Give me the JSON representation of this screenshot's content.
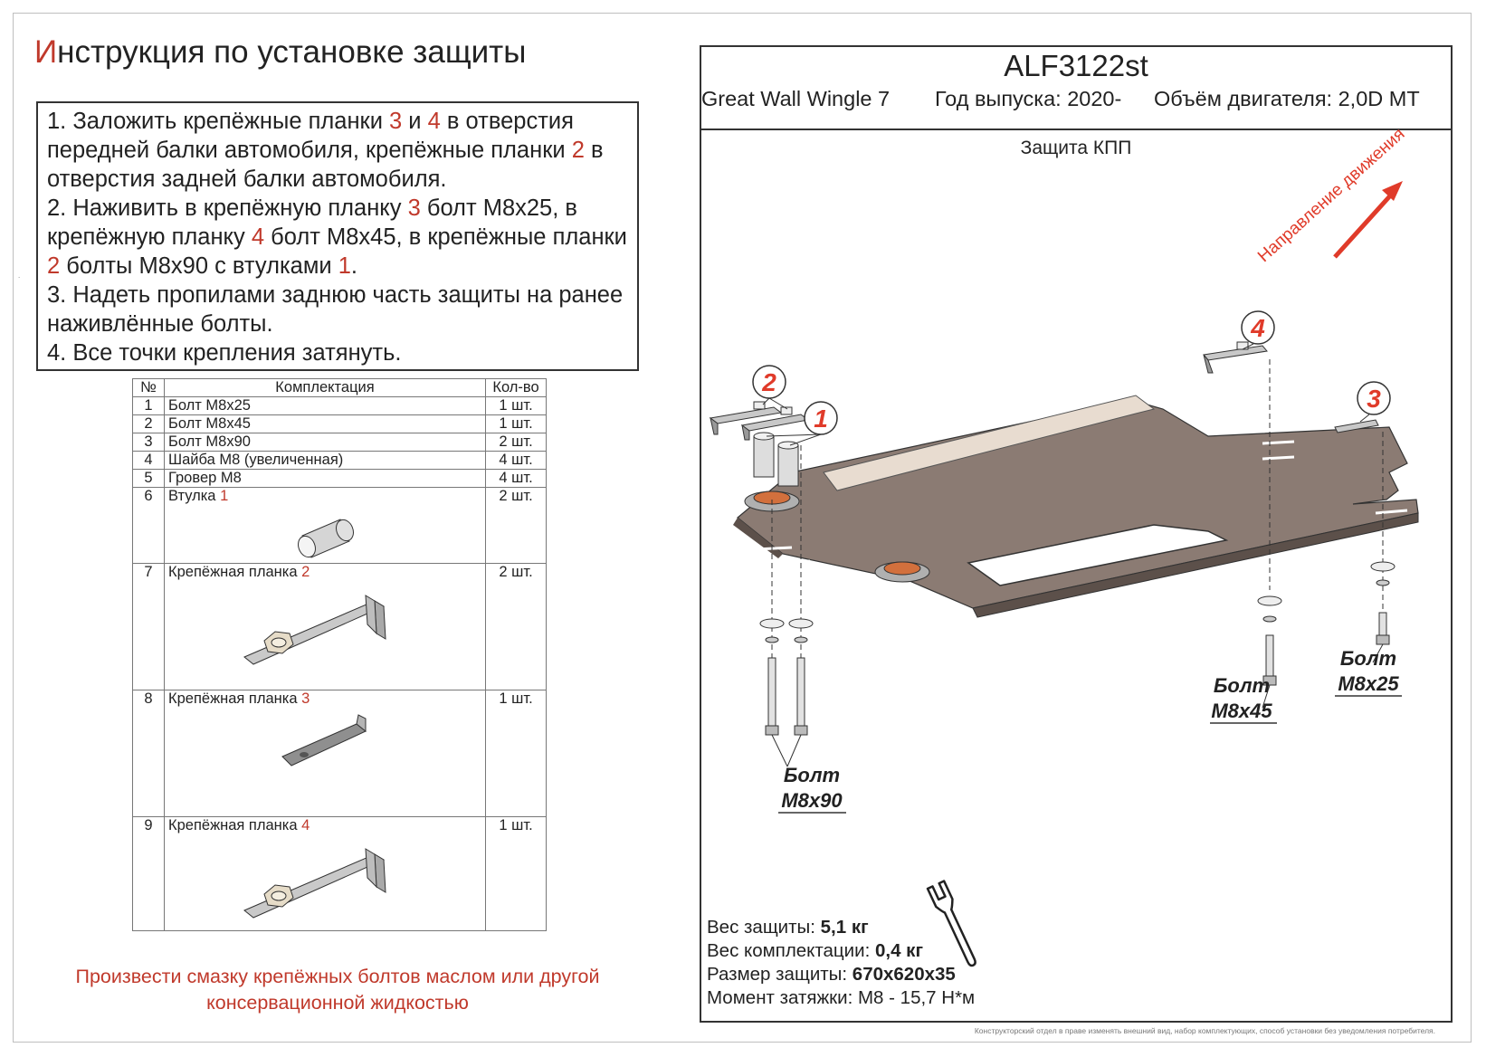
{
  "title": {
    "first_letter": "И",
    "rest": "нструкция по установке защиты"
  },
  "instructions": [
    {
      "segments": [
        {
          "t": "1. Заложить крепёжные планки "
        },
        {
          "t": "3",
          "red": true
        },
        {
          "t": " и "
        },
        {
          "t": "4",
          "red": true
        },
        {
          "t": " в отверстия передней балки автомобиля, крепёжные планки "
        },
        {
          "t": "2",
          "red": true
        },
        {
          "t": " в отверстия задней балки автомобиля."
        }
      ]
    },
    {
      "segments": [
        {
          "t": "2. Наживить в крепёжную планку "
        },
        {
          "t": "3",
          "red": true
        },
        {
          "t": " болт М8х25, в крепёжную планку "
        },
        {
          "t": "4",
          "red": true
        },
        {
          "t": " болт М8х45, в крепёжные планки "
        },
        {
          "t": "2",
          "red": true
        },
        {
          "t": "  болты М8х90 с втулками "
        },
        {
          "t": "1",
          "red": true
        },
        {
          "t": "."
        }
      ]
    },
    {
      "segments": [
        {
          "t": "3. Надеть пропилами заднюю часть защиты на ранее наживлённые болты."
        }
      ]
    },
    {
      "segments": [
        {
          "t": "4. Все точки крепления затянуть."
        }
      ]
    }
  ],
  "kit_table": {
    "headers": [
      "№",
      "Комплектация",
      "Кол-во"
    ],
    "rows": [
      {
        "num": "1",
        "name": "Болт М8х25",
        "ref": "",
        "qty": "1 шт.",
        "image": ""
      },
      {
        "num": "2",
        "name": "Болт М8х45",
        "ref": "",
        "qty": "1 шт.",
        "image": ""
      },
      {
        "num": "3",
        "name": "Болт М8х90",
        "ref": "",
        "qty": "2 шт.",
        "image": ""
      },
      {
        "num": "4",
        "name": "Шайба М8 (увеличенная)",
        "ref": "",
        "qty": "4 шт.",
        "image": ""
      },
      {
        "num": "5",
        "name": "Гровер М8",
        "ref": "",
        "qty": "4 шт.",
        "image": ""
      },
      {
        "num": "6",
        "name": "Втулка ",
        "ref": "1",
        "qty": "2 шт.",
        "image": "bushing"
      },
      {
        "num": "7",
        "name": "Крепёжная планка ",
        "ref": "2",
        "qty": "2 шт.",
        "image": "bracket-nut"
      },
      {
        "num": "8",
        "name": "Крепёжная планка ",
        "ref": "3",
        "qty": "1 шт.",
        "image": "plate"
      },
      {
        "num": "9",
        "name": "Крепёжная планка ",
        "ref": "4",
        "qty": "1 шт.",
        "image": "bracket-nut"
      }
    ]
  },
  "grease_note": "Произвести смазку крепёжных болтов маслом или другой консервационной жидкостью",
  "drawing": {
    "code": "ALF3122st",
    "model": "Great Wall Wingle 7",
    "year": "Год выпуска: 2020-",
    "engine": "Объём двигателя: 2,0D MT",
    "part": "Защита КПП",
    "direction": "Направление движения",
    "callouts": [
      "1",
      "2",
      "3",
      "4"
    ],
    "bolt_labels": [
      {
        "word": "Болт",
        "size": "М8х90"
      },
      {
        "word": "Болт",
        "size": "М8х45"
      },
      {
        "word": "Болт",
        "size": "М8х25"
      }
    ],
    "icon": "wrench-icon"
  },
  "specs": [
    {
      "label": "Вес защиты: ",
      "value": "5,1 кг"
    },
    {
      "label": "Вес комплектации: ",
      "value": "0,4 кг"
    },
    {
      "label": "Размер защиты: ",
      "value": "670x620x35"
    },
    {
      "label": "Момент затяжки:  ",
      "value": "М8 - 15,7 Н*м"
    }
  ],
  "disclaimer": "Конструкторский отдел в праве изменять внешний вид, набор комплектующих, способ установки без уведомления потребителя.",
  "colors": {
    "accent_red": "#c0392b",
    "plate": "#8a7a72",
    "metal": "#a8a8a8"
  }
}
